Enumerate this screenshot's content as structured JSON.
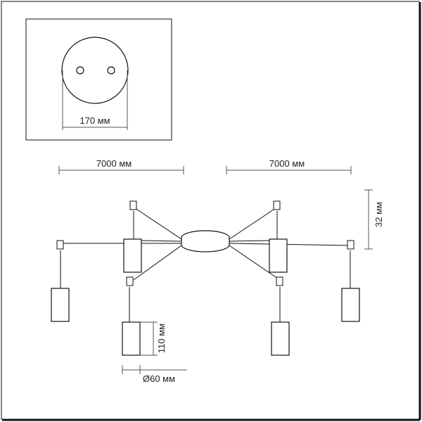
{
  "drawing": {
    "canopy_diameter_label": "170 мм",
    "cable_length_left_label": "7000 мм",
    "cable_length_right_label": "7000 мм",
    "canopy_height_label": "32 мм",
    "shade_height_label": "110 мм",
    "shade_diameter_label": "Ø60 мм"
  },
  "colors": {
    "line": "#111111",
    "dimension": "#555555",
    "background": "#ffffff"
  }
}
